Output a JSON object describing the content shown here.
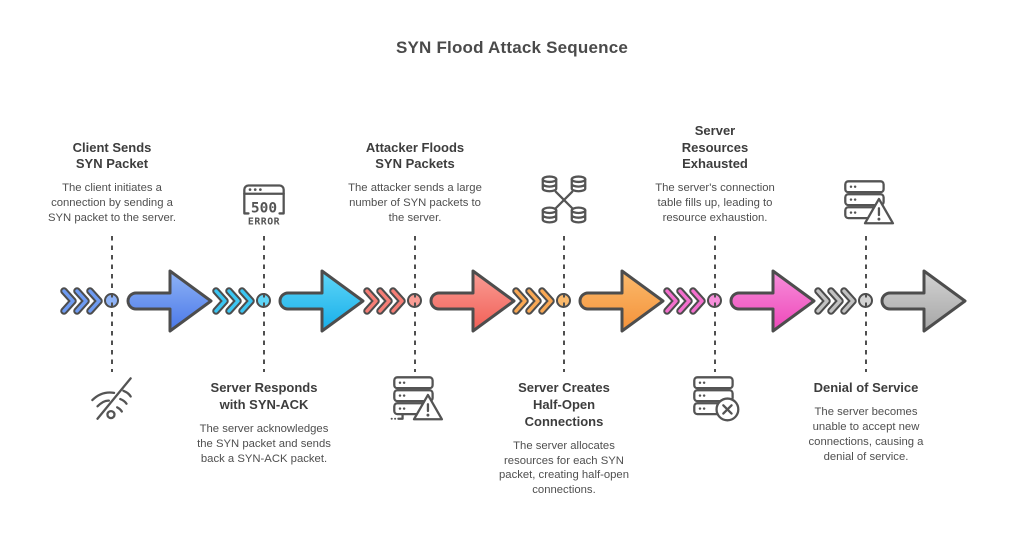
{
  "title": "SYN Flood Attack Sequence",
  "stroke_color": "#4d4d4d",
  "steps": [
    {
      "title": "Client Sends SYN Packet",
      "description": "The client initiates a connection by sending a SYN packet to the server.",
      "icon": "wifi-off",
      "colors": {
        "light": "#8FB3F6",
        "mid": "#6E9BF2",
        "dark": "#4A78E8"
      }
    },
    {
      "title": "Server Responds with SYN-ACK",
      "description": "The server acknowledges the SYN packet and sends back a SYN-ACK packet.",
      "icon": "browser-500-error",
      "icon_text": {
        "code": "500",
        "label": "ERROR"
      },
      "colors": {
        "light": "#5FD6F8",
        "mid": "#3BC6F3",
        "dark": "#17AEE9"
      }
    },
    {
      "title": "Attacker Floods SYN Packets",
      "description": "The attacker sends a large number of SYN packets to the server.",
      "icon": "server-alert",
      "colors": {
        "light": "#FA9D95",
        "mid": "#F67E76",
        "dark": "#F15F56"
      }
    },
    {
      "title": "Server Creates Half-Open Connections",
      "description": "The server allocates resources for each SYN packet, creating half-open connections.",
      "icon": "database-cluster",
      "colors": {
        "light": "#FBBA6C",
        "mid": "#F9A854",
        "dark": "#F4923A"
      }
    },
    {
      "title": "Server Resources Exhausted",
      "description": "The server's connection table fills up, leading to resource exhaustion.",
      "icon": "server-x",
      "colors": {
        "light": "#F78FDB",
        "mid": "#F46FCE",
        "dark": "#EE47B9"
      }
    },
    {
      "title": "Denial of Service",
      "description": "The server becomes unable to accept new connections, causing a denial of service.",
      "icon": "server-alert",
      "colors": {
        "light": "#D3D3D3",
        "mid": "#C2C2C2",
        "dark": "#A6A6A6"
      }
    }
  ]
}
